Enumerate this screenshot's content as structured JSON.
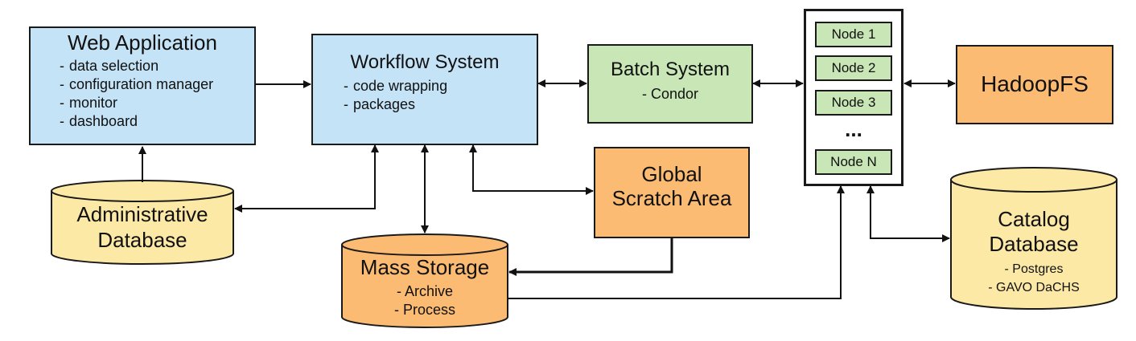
{
  "web_app": {
    "title": "Web Application",
    "items": [
      "data selection",
      "configuration manager",
      "monitor",
      "dashboard"
    ]
  },
  "workflow": {
    "title": "Workflow System",
    "items": [
      "code wrapping",
      "packages"
    ]
  },
  "batch": {
    "title": "Batch System",
    "item": "- Condor"
  },
  "nodes": {
    "items": [
      "Node 1",
      "Node 2",
      "Node 3",
      "Node N"
    ],
    "ellipsis": "..."
  },
  "hadoop": {
    "title": "HadoopFS"
  },
  "admin_db": {
    "line1": "Administrative",
    "line2": "Database"
  },
  "scratch": {
    "line1": "Global",
    "line2": "Scratch Area"
  },
  "mass_storage": {
    "title": "Mass Storage",
    "items": [
      "- Archive",
      "- Process"
    ]
  },
  "catalog_db": {
    "line1": "Catalog",
    "line2": "Database",
    "items": [
      "- Postgres",
      "- GAVO DaCHS"
    ]
  },
  "colors": {
    "blue": "#c5e3f6",
    "green": "#c9e7b6",
    "orange": "#fbbb73",
    "yellow": "#fde9a6"
  }
}
